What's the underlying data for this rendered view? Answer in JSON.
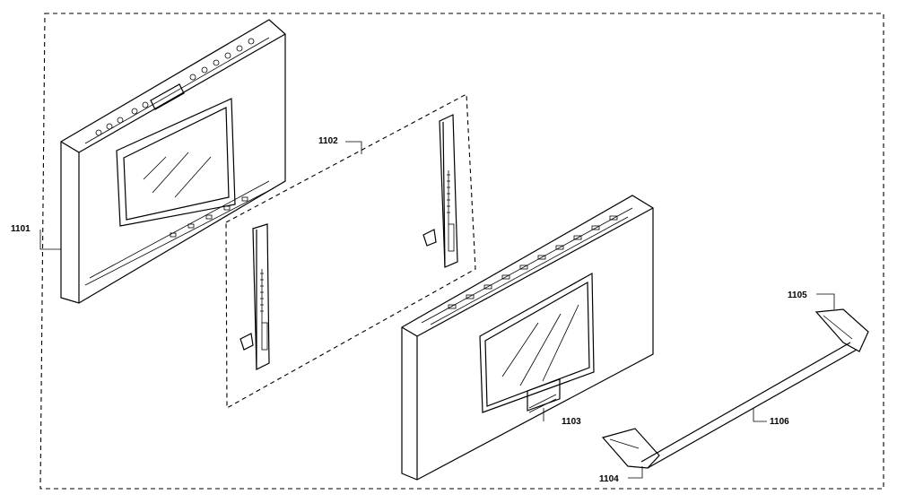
{
  "callouts": {
    "c1101": "1101",
    "c1102": "1102",
    "c1103": "1103",
    "c1104": "1104",
    "c1105": "1105",
    "c1106": "1106"
  }
}
